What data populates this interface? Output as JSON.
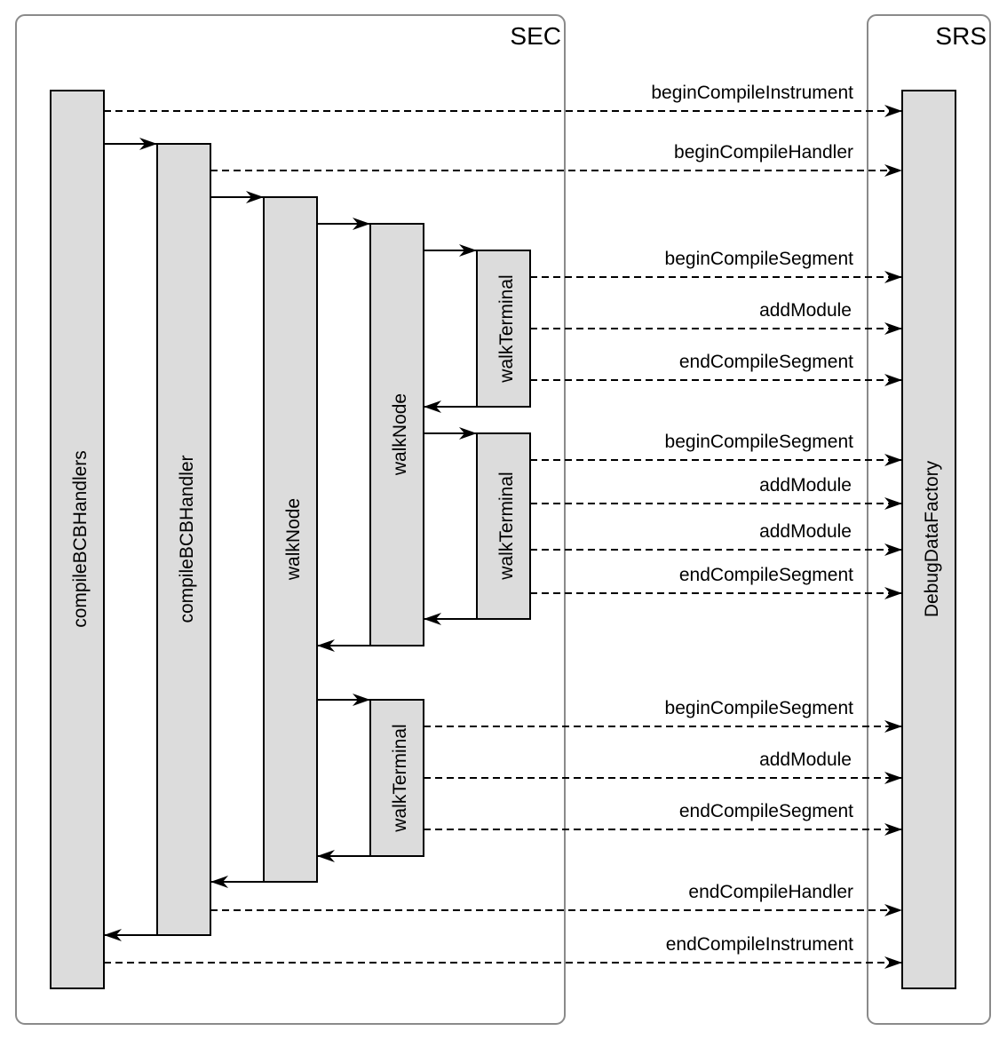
{
  "lanes": {
    "sec": "SEC",
    "srs": "SRS"
  },
  "bars": {
    "compile_bcb_handlers": "compileBCBHandlers",
    "compile_bcb_handler": "compileBCBHandler",
    "walk_node_outer": "walkNode",
    "walk_node_inner": "walkNode",
    "walk_terminal_1": "walkTerminal",
    "walk_terminal_2": "walkTerminal",
    "walk_terminal_3": "walkTerminal",
    "debug_data_factory": "DebugDataFactory"
  },
  "messages": [
    "beginCompileInstrument",
    "beginCompileHandler",
    "beginCompileSegment",
    "addModule",
    "endCompileSegment",
    "beginCompileSegment",
    "addModule",
    "addModule",
    "endCompileSegment",
    "beginCompileSegment",
    "addModule",
    "endCompileSegment",
    "endCompileHandler",
    "endCompileInstrument"
  ]
}
